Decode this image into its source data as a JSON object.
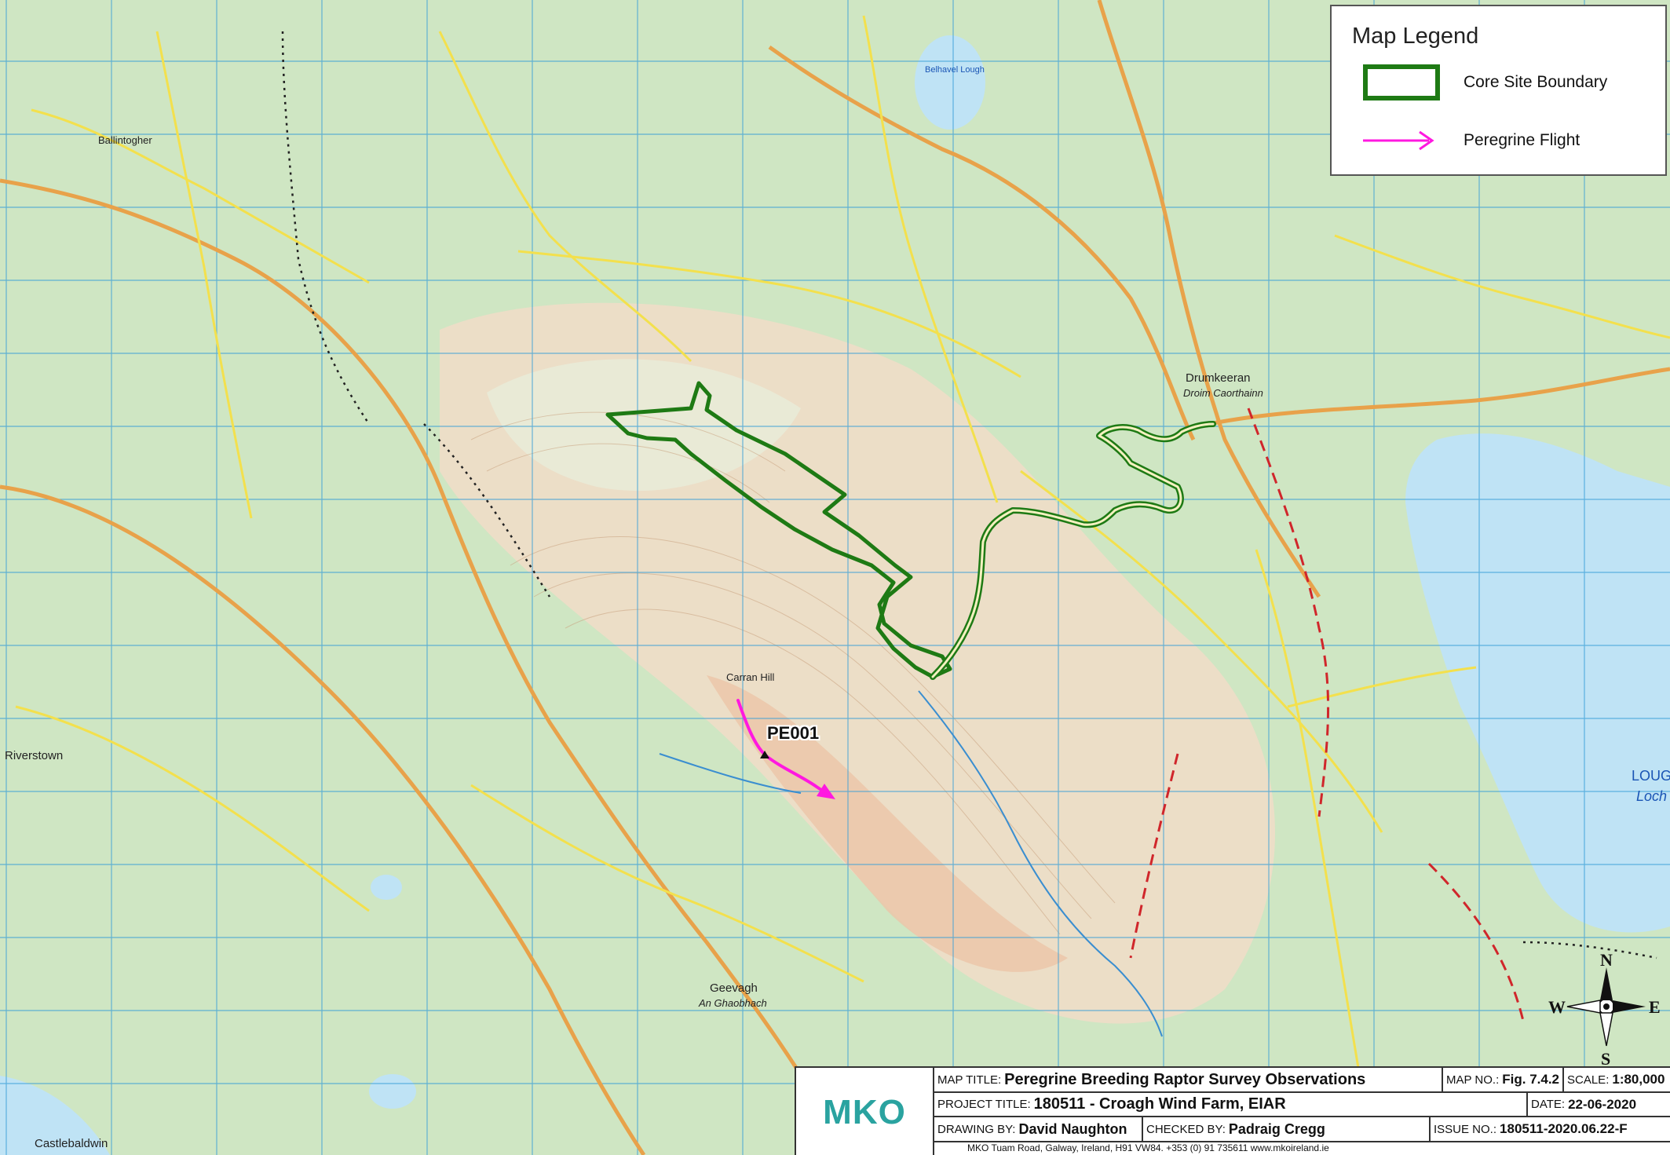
{
  "map": {
    "colors": {
      "land": "#cfe6c3",
      "hill": "#f1d9c4",
      "water": "#bfe3f5",
      "grid": "#3aa0d8",
      "road_major": "#e8a24a",
      "road_minor": "#f3e04d",
      "boundary": "#1e7a14",
      "flight": "#ff18e0"
    },
    "place_names": [
      "Ballintogher",
      "Drumkeeran",
      "Droim Caorthainn",
      "Geevagh",
      "An Ghaobhach",
      "Castlebaldwin",
      "Riverstown",
      "Carran Hill",
      "Belhavel Lough"
    ],
    "lough_label": "LOUG",
    "lough_label_irish": "Loch"
  },
  "legend": {
    "title": "Map Legend",
    "items": [
      {
        "label": "Core Site Boundary"
      },
      {
        "label": "Peregrine Flight"
      }
    ]
  },
  "observation": {
    "label": "PE001"
  },
  "compass": {
    "n": "N",
    "e": "E",
    "s": "S",
    "w": "W"
  },
  "title_block": {
    "logo_text": "MKO",
    "map_title_key": "MAP TITLE:",
    "map_title": "Peregrine Breeding Raptor Survey Observations",
    "map_no_key": "MAP NO.:",
    "map_no": "Fig. 7.4.2",
    "scale_key": "SCALE:",
    "scale": "1:80,000",
    "project_title_key": "PROJECT TITLE:",
    "project_title": "180511 - Croagh Wind Farm, EIAR",
    "date_key": "DATE:",
    "date": "22-06-2020",
    "drawing_by_key": "DRAWING BY:",
    "drawing_by": "David Naughton",
    "checked_by_key": "CHECKED BY:",
    "checked_by": "Padraig Cregg",
    "issue_no_key": "ISSUE NO.:",
    "issue_no": "180511-2020.06.22-F",
    "address": "MKO Tuam Road, Galway, Ireland, H91 VW84. +353 (0) 91 735611 www.mkoireland.ie"
  }
}
